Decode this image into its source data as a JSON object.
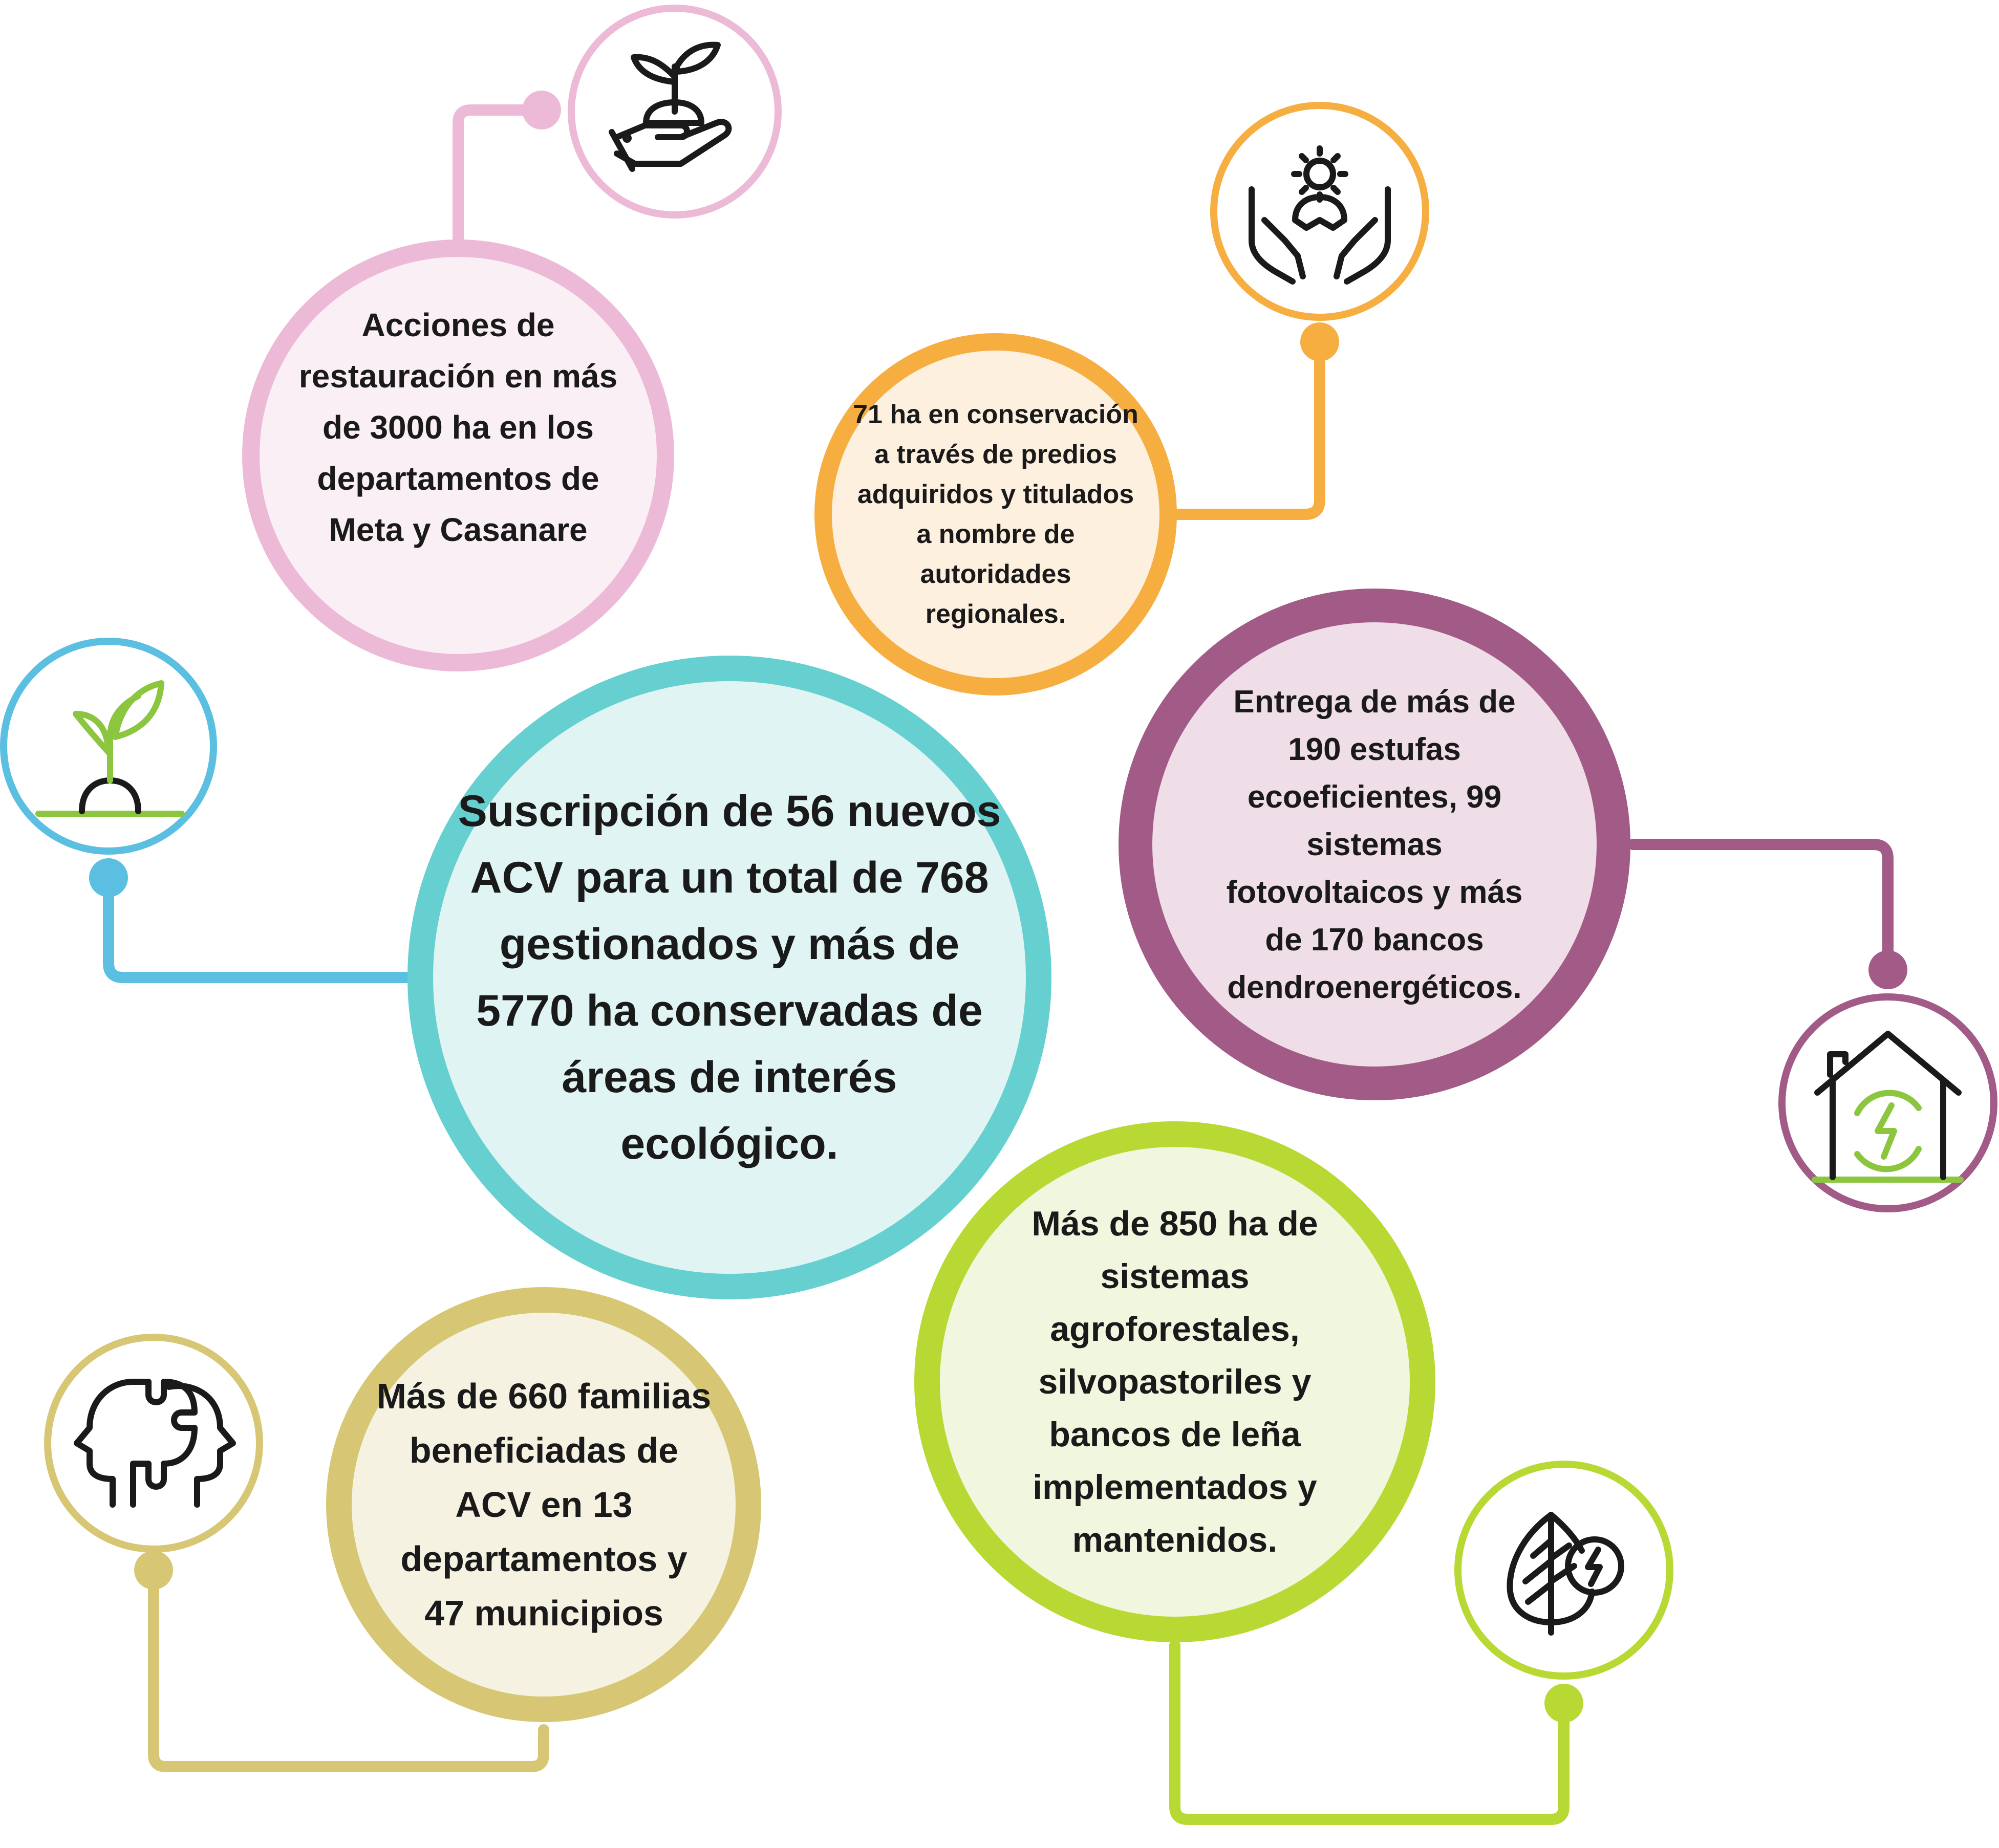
{
  "colors": {
    "pink": "#ecbad6",
    "pink_fill": "#fbeff6",
    "orange": "#f7ae41",
    "orange_fill": "#fdf0df",
    "teal": "#66cfd0",
    "teal_fill": "#e0f4f4",
    "blue": "#5bbfe2",
    "purple": "#a25b86",
    "purple_fill": "#efdde7",
    "olive": "#d7c774",
    "olive_fill": "#f5f2e1",
    "green": "#b8d934",
    "green_fill": "#f1f6df",
    "leaf_green": "#8cc63f",
    "icon_black": "#1a1a1a"
  },
  "nodes": {
    "restoration": "Acciones de restauración en más de 3000 ha en los departamentos de Meta y Casanare",
    "conservation": "71 ha en conservación a través de predios adquiridos y titulados a nombre de autoridades regionales.",
    "acv": "Suscripción de 56 nuevos ACV para un total de 768 gestionados y más de 5770 ha conservadas de áreas de interés ecológico.",
    "stoves": "Entrega de más de 190 estufas ecoeficientes, 99 sistemas fotovoltaicos y más de 170 bancos dendroenergéticos.",
    "families": "Más de 660 familias beneficiadas de ACV en 13 departamentos y 47 municipios",
    "agroforestry": "Más de 850 ha de sistemas agroforestales, silvopastoriles y bancos de leña implementados y mantenidos."
  },
  "icons": {
    "restoration": "hand-holding-plant-icon",
    "conservation": "hands-protecting-person-icon",
    "acv": "sprout-icon",
    "stoves": "eco-house-energy-icon",
    "families": "puzzle-head-icon",
    "agroforestry": "leaf-energy-icon"
  }
}
